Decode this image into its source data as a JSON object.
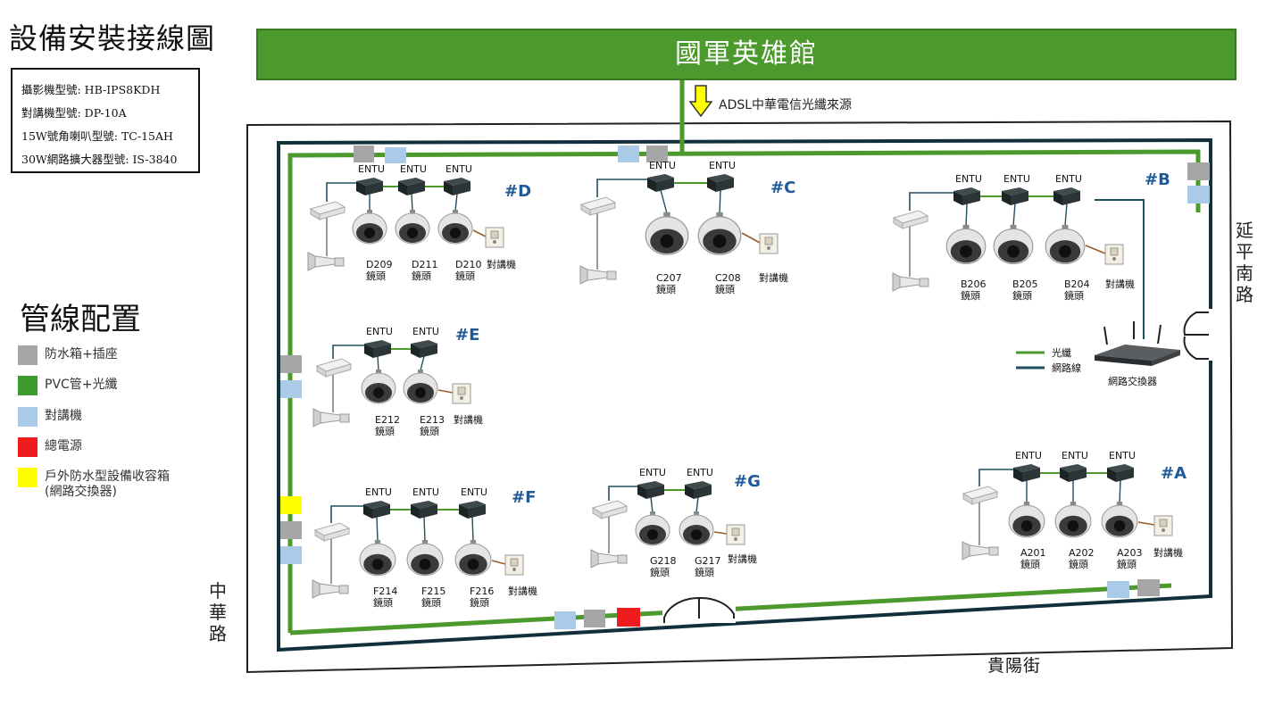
{
  "title": "設備安裝接線圖",
  "models": [
    "攝影機型號: HB-IPS8KDH",
    "對講機型號: DP-10A",
    "15W號角喇叭型號: TC-15AH",
    "30W網路擴大器型號: IS-3840"
  ],
  "building": "國軍英雄館",
  "adsl_source": "ADSL中華電信光纖來源",
  "legend": {
    "title": "管線配置",
    "items": [
      {
        "color": "#a6a6a6",
        "label": "防水箱+插座"
      },
      {
        "color": "#3f9a2e",
        "label": "PVC管+光纖"
      },
      {
        "color": "#a9cbe8",
        "label": "對講機"
      },
      {
        "color": "#ee1c1c",
        "label": "總電源"
      },
      {
        "color": "#ffff00",
        "label": "戶外防水型設備收容箱\n(網路交換器)"
      }
    ]
  },
  "inner_legend": {
    "fiber": "光纖",
    "network": "網路線"
  },
  "switch_label": "網路交換器",
  "streets": {
    "left": "中華路",
    "right": "延平南路",
    "bottom": "貴陽街"
  },
  "device": {
    "entu": "ENTU",
    "lens": "鏡頭",
    "intercom": "對講機"
  },
  "colors": {
    "fiber": "#4c9a2e",
    "network": "#1f4e5f",
    "wall": "#12303c",
    "zone_label": "#1f5a96"
  },
  "zones": {
    "D": {
      "label": "#D",
      "cameras": [
        "D209",
        "D211",
        "D210"
      ]
    },
    "C": {
      "label": "#C",
      "cameras": [
        "C207",
        "C208"
      ]
    },
    "B": {
      "label": "#B",
      "cameras": [
        "B206",
        "B205",
        "B204"
      ]
    },
    "E": {
      "label": "#E",
      "cameras": [
        "E212",
        "E213"
      ]
    },
    "F": {
      "label": "#F",
      "cameras": [
        "F214",
        "F215",
        "F216"
      ]
    },
    "G": {
      "label": "#G",
      "cameras": [
        "G218",
        "G217"
      ]
    },
    "A": {
      "label": "#A",
      "cameras": [
        "A201",
        "A202",
        "A203"
      ]
    }
  }
}
